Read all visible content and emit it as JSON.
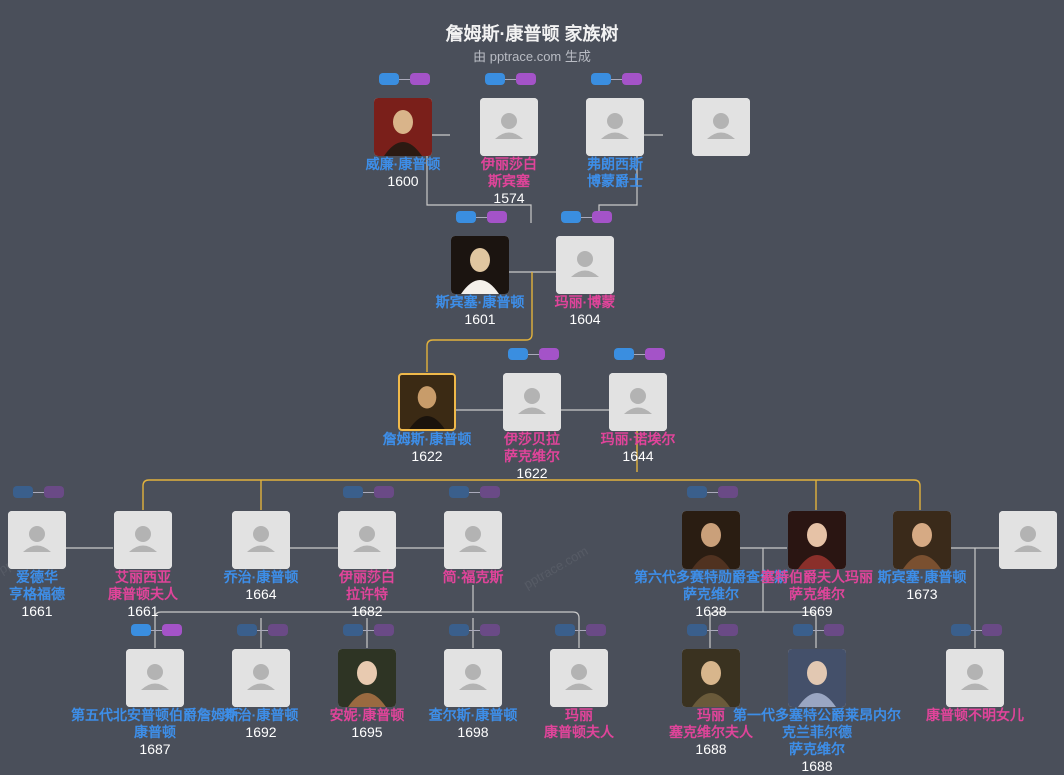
{
  "title": "詹姆斯·康普顿 家族树",
  "subtitle": "由 pptrace.com 生成",
  "watermark": "pptrace.com",
  "colors": {
    "background": "#4a4f5a",
    "male": "#3d8ee8",
    "female": "#e0449a",
    "self_border": "#f0b94a",
    "line": "#c8c8c8",
    "self_line": "#e0b040"
  },
  "people": [
    {
      "id": "william",
      "name": "威廉·康普顿",
      "gender": "m",
      "year": "1600",
      "photo": true
    },
    {
      "id": "elizabeth_spencer",
      "name": "伊丽莎白\n斯宾塞",
      "gender": "f",
      "year": "1574",
      "photo": false
    },
    {
      "id": "francis",
      "name": "弗朗西斯\n博蒙爵士",
      "gender": "m",
      "year": "",
      "photo": false
    },
    {
      "id": "unknown_top",
      "name": "",
      "gender": "f",
      "year": "",
      "photo": false
    },
    {
      "id": "spencer1601",
      "name": "斯宾塞·康普顿",
      "gender": "m",
      "year": "1601",
      "photo": true
    },
    {
      "id": "mary_beaumont",
      "name": "玛丽·博蒙",
      "gender": "f",
      "year": "1604",
      "photo": false
    },
    {
      "id": "james",
      "name": "詹姆斯·康普顿",
      "gender": "m",
      "year": "1622",
      "photo": true,
      "self": true
    },
    {
      "id": "isabella",
      "name": "伊莎贝拉\n萨克维尔",
      "gender": "f",
      "year": "1622",
      "photo": false
    },
    {
      "id": "mary_noel",
      "name": "玛丽·诺埃尔",
      "gender": "f",
      "year": "1644",
      "photo": false
    },
    {
      "id": "edward",
      "name": "爱德华\n亨格福德",
      "gender": "m",
      "year": "1661",
      "photo": false
    },
    {
      "id": "alicia",
      "name": "艾丽西亚\n康普顿夫人",
      "gender": "f",
      "year": "1661",
      "photo": false
    },
    {
      "id": "george",
      "name": "乔治·康普顿",
      "gender": "m",
      "year": "1664",
      "photo": false
    },
    {
      "id": "elizabeth_lawley",
      "name": "伊丽莎白\n拉许特",
      "gender": "f",
      "year": "1682",
      "photo": false
    },
    {
      "id": "jane",
      "name": "简·福克斯",
      "gender": "f",
      "year": "",
      "photo": false
    },
    {
      "id": "dorset",
      "name": "第六代多赛特勋爵查尔斯\n萨克维尔",
      "gender": "m",
      "year": "1638",
      "photo": true
    },
    {
      "id": "countess",
      "name": "塞特伯爵夫人玛丽\n萨克维尔",
      "gender": "f",
      "year": "1669",
      "photo": true
    },
    {
      "id": "spencer1673",
      "name": "斯宾塞·康普顿",
      "gender": "m",
      "year": "1673",
      "photo": true
    },
    {
      "id": "unknown_right",
      "name": "",
      "gender": "f",
      "year": "",
      "photo": false
    },
    {
      "id": "earl5",
      "name": "第五代北安普顿伯爵詹姆斯\n康普顿",
      "gender": "m",
      "year": "1687",
      "photo": false
    },
    {
      "id": "george1692",
      "name": "乔治·康普顿",
      "gender": "m",
      "year": "1692",
      "photo": false
    },
    {
      "id": "anne",
      "name": "安妮·康普顿",
      "gender": "f",
      "year": "1695",
      "photo": true
    },
    {
      "id": "charles",
      "name": "查尔斯·康普顿",
      "gender": "m",
      "year": "1698",
      "photo": false
    },
    {
      "id": "mary_lady",
      "name": "玛丽\n康普顿夫人",
      "gender": "f",
      "year": "",
      "photo": false
    },
    {
      "id": "mary_sack",
      "name": "玛丽\n塞克维尔夫人",
      "gender": "f",
      "year": "1688",
      "photo": true
    },
    {
      "id": "lionel",
      "name": "第一代多塞特公爵莱昂内尔\n克兰菲尔德\n萨克维尔",
      "gender": "m",
      "year": "1688",
      "photo": true
    },
    {
      "id": "unknown_dau",
      "name": "康普顿不明女儿",
      "gender": "f",
      "year": "",
      "photo": false
    }
  ]
}
